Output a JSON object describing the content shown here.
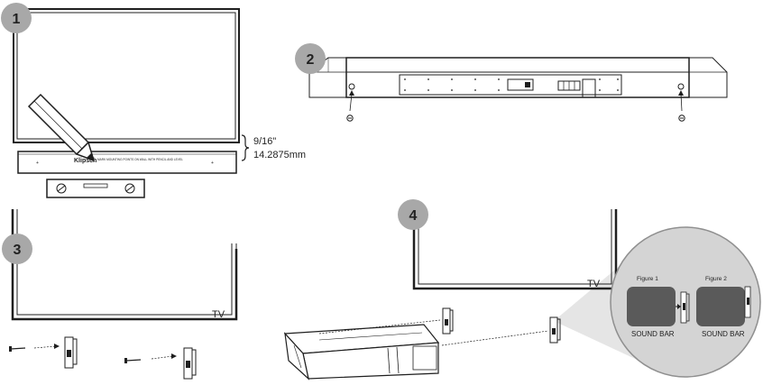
{
  "steps": [
    {
      "number": "1"
    },
    {
      "number": "2"
    },
    {
      "number": "3"
    },
    {
      "number": "4"
    }
  ],
  "step1": {
    "measure_inch": "9/16\"",
    "measure_mm": "14.2875mm",
    "logo_text": "Klipsch",
    "bar_fine_print": "MARK MOUNTING POINTS ON WALL WITH PENCIL AND LEVEL"
  },
  "step3": {
    "tv_label": "TV"
  },
  "step4": {
    "tv_label": "TV",
    "figure1_title": "Figure 1",
    "figure2_title": "Figure 2",
    "figure1_caption": "SOUND BAR",
    "figure2_caption": "SOUND BAR"
  },
  "colors": {
    "line": "#1f1f1f",
    "badge": "#a8a8a8",
    "soundbar_panel": "#5a5a5a",
    "inset_circle": "#cfcfcf"
  }
}
